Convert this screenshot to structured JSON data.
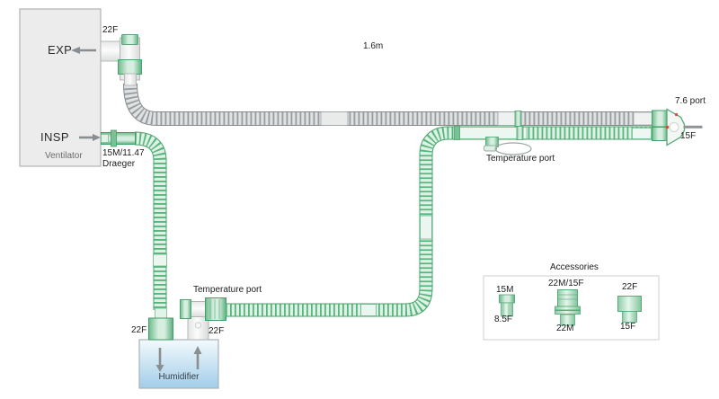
{
  "colors": {
    "circuit_green": "#54b177",
    "circuit_gray": "#939899",
    "connector_green": "#3f9e63",
    "humidifier_blue": "#a9d2ec"
  },
  "ventilator": {
    "name": "Ventilator",
    "exp_port": "EXP",
    "insp_port": "INSP"
  },
  "connectors": {
    "exp_elbow_size": "22F",
    "insp_adapter_size": "15M/11.47",
    "insp_adapter_brand": "Draeger",
    "humidifier_inlet_size": "22F",
    "humidifier_outlet_size": "22F"
  },
  "circuit": {
    "tube_length": "1.6m",
    "wye_gas_sample_port": "7.6 port",
    "wye_patient_port_size": "15F",
    "inspiratory_temp_port_label": "Temperature port",
    "humidifier_temp_port_label": "Temperature port"
  },
  "humidifier": {
    "label": "Humidifier"
  },
  "accessories": {
    "title": "Accessories",
    "items": [
      {
        "top_label": "15M",
        "bottom_label": "8.5F"
      },
      {
        "top_label": "22M/15F",
        "bottom_label": "22M"
      },
      {
        "top_label": "22F",
        "bottom_label": "15F"
      }
    ]
  }
}
